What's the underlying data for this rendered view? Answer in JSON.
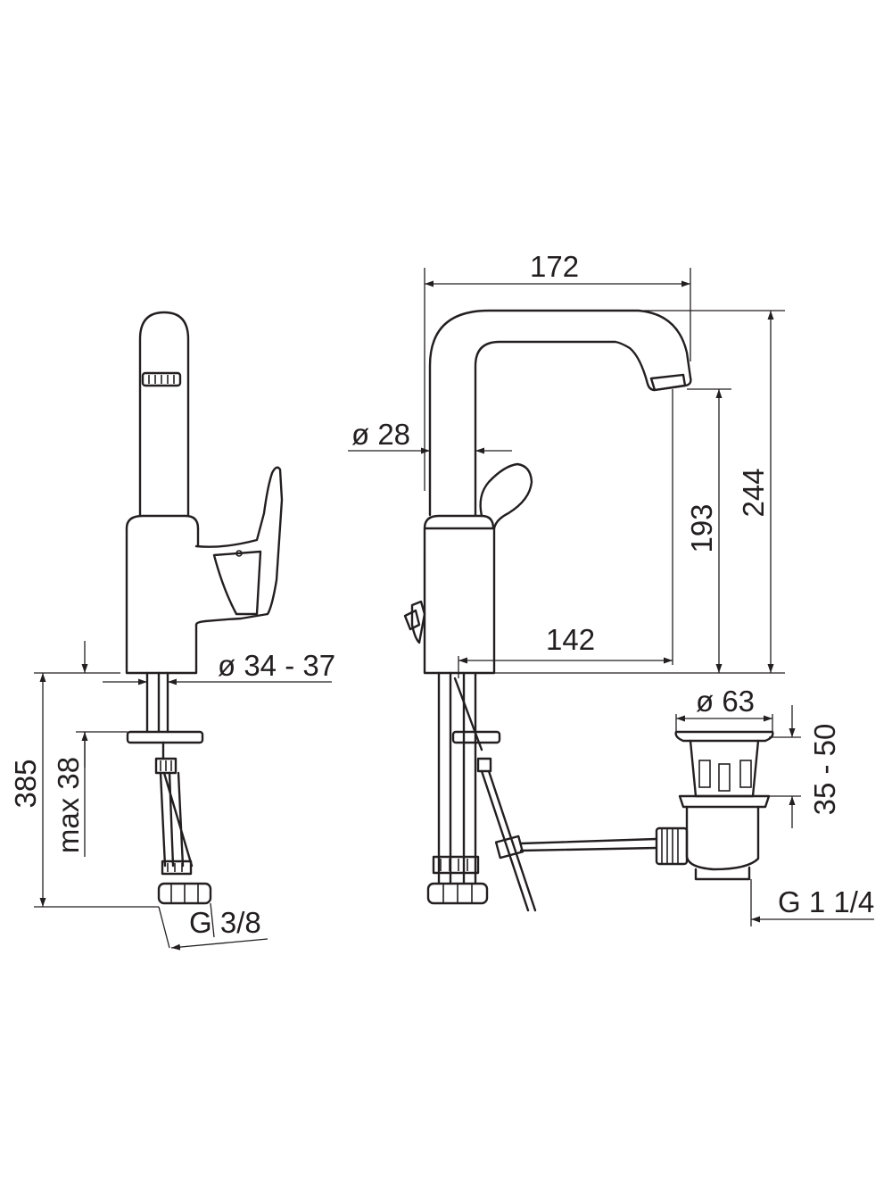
{
  "dimensions": {
    "width_total": "172",
    "height_total": "244",
    "spout_height": "193",
    "spout_reach": "142",
    "body_diameter": "ø 28",
    "hole_diameter": "ø 34 - 37",
    "max_height": "385",
    "max_deck": "max 38",
    "connection": "G 3/8",
    "waste_diameter": "ø 63",
    "waste_range": "35 - 50",
    "waste_thread": "G 1 1/4"
  },
  "colors": {
    "line": "#231f20",
    "background": "#ffffff"
  }
}
